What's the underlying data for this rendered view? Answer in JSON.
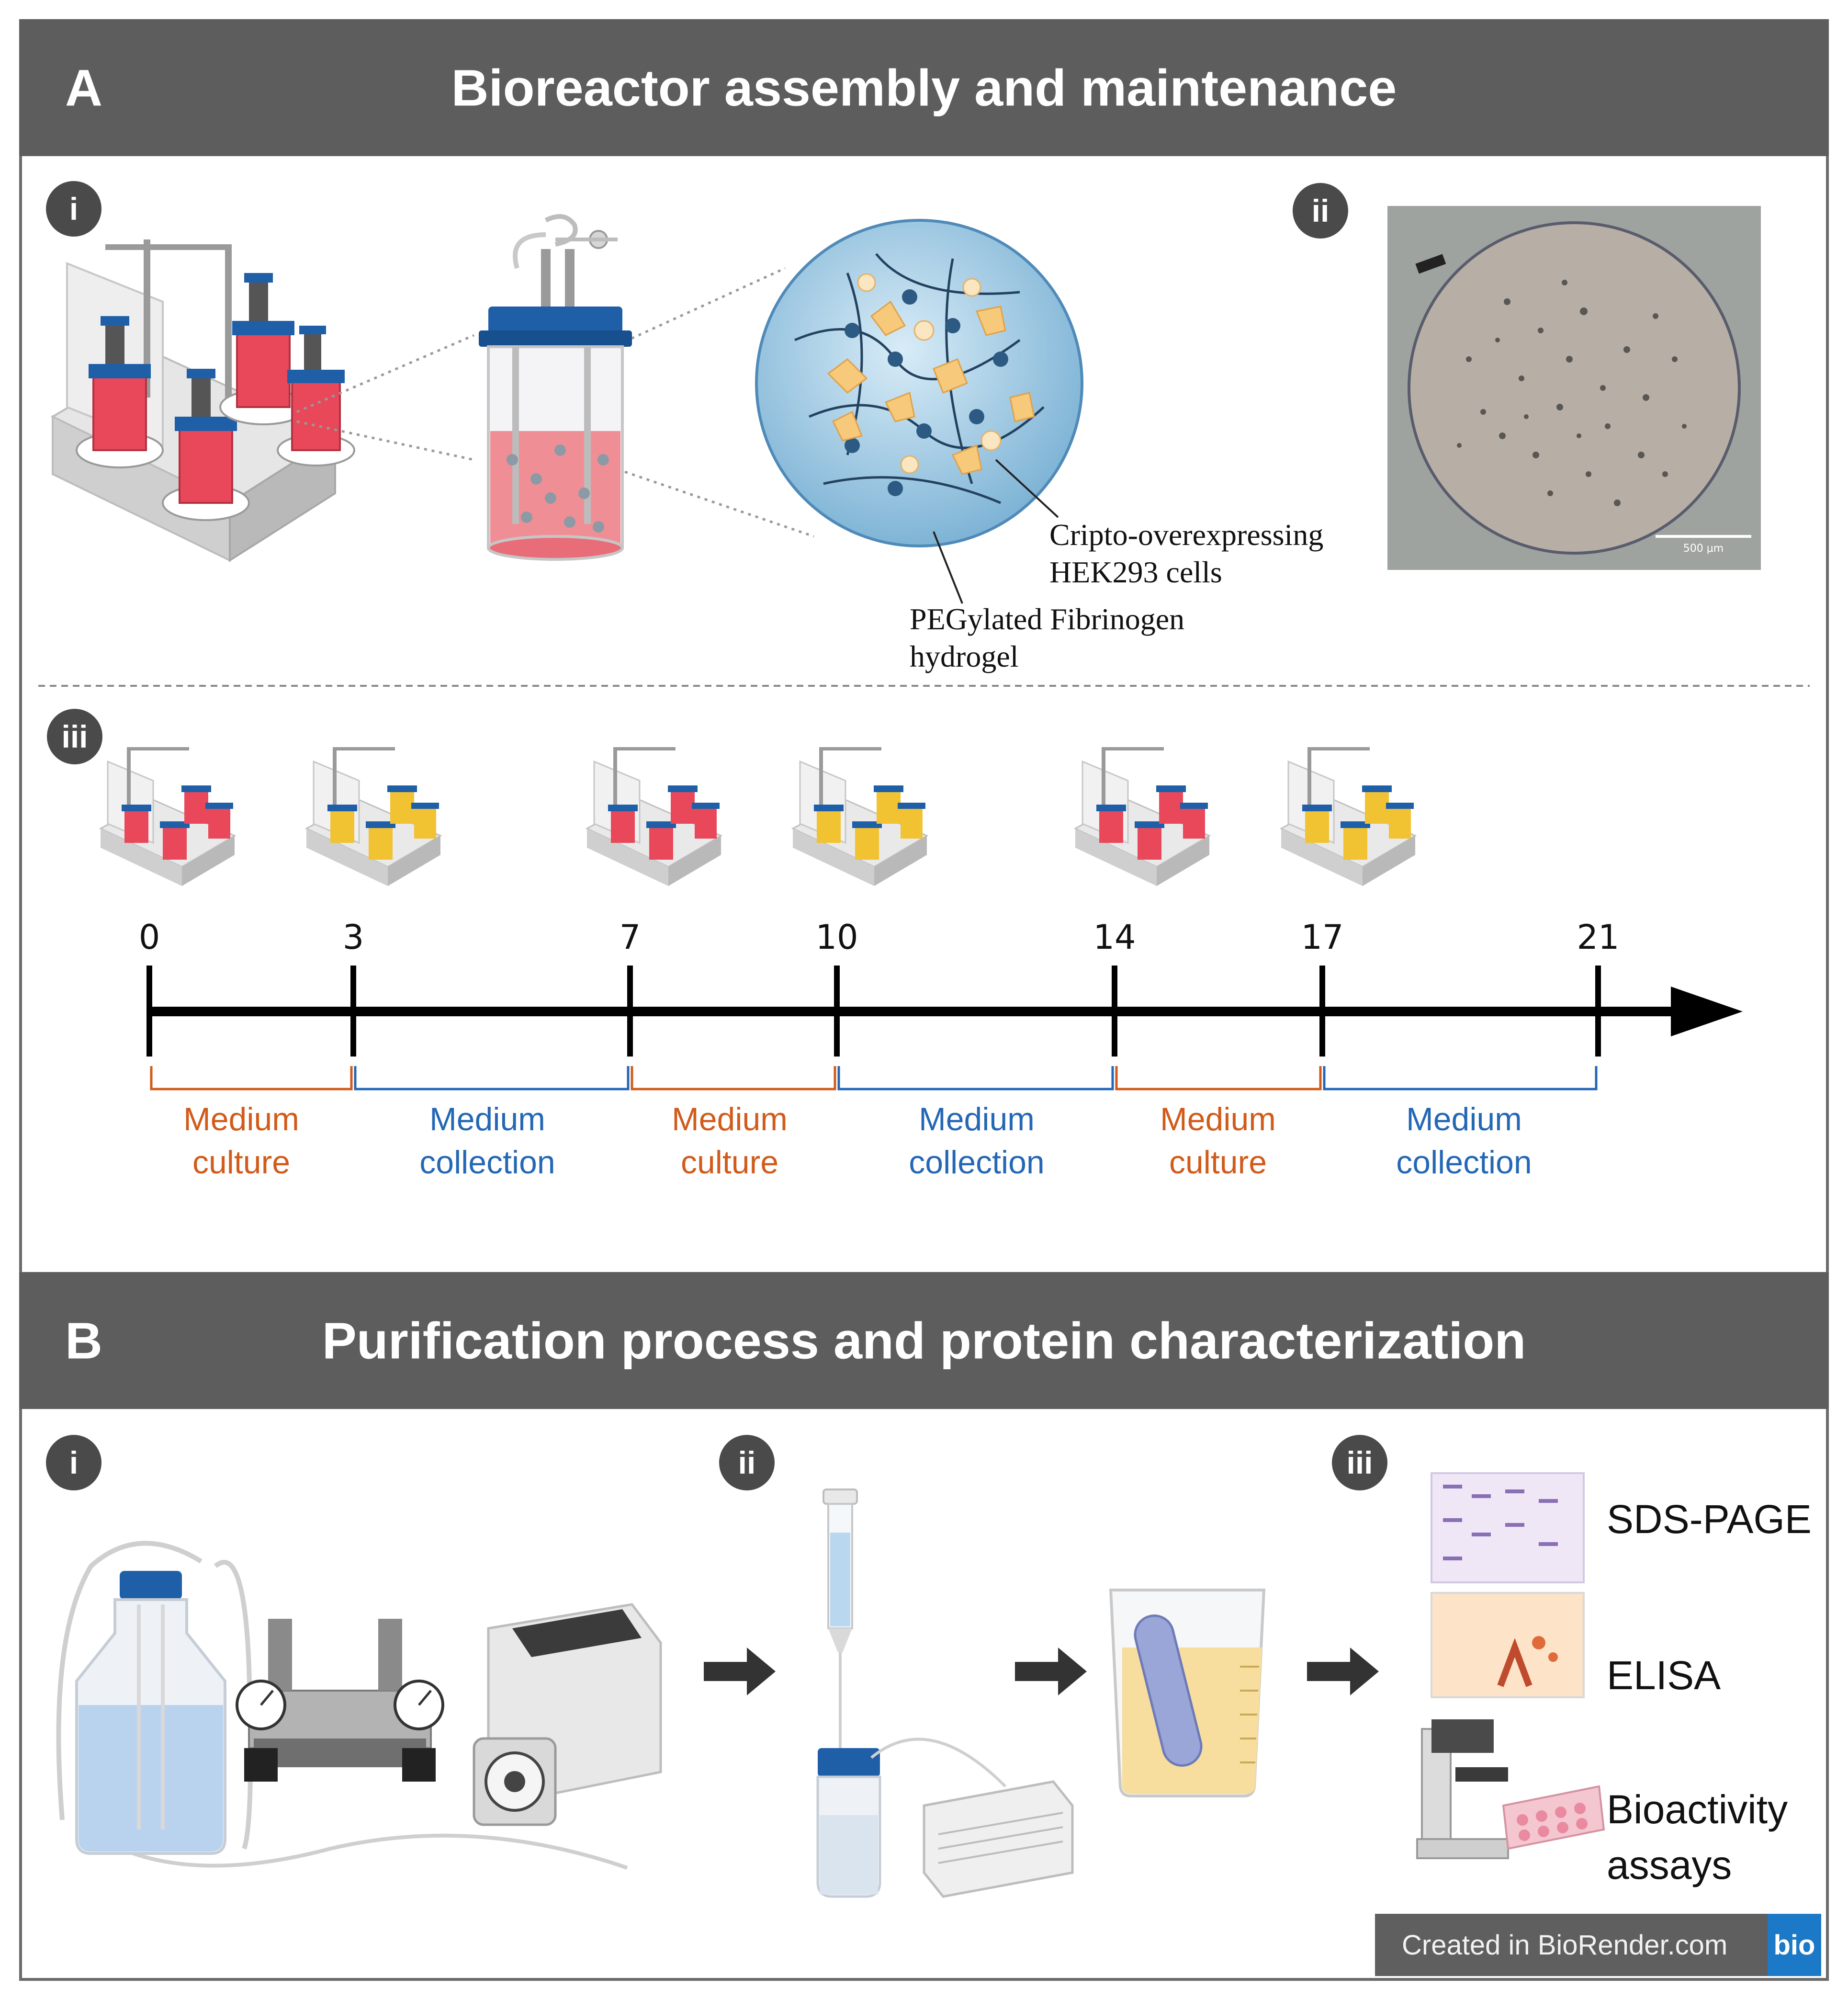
{
  "section_a": {
    "letter": "A",
    "title": "Bioreactor assembly and maintenance",
    "panel_i_badge": "i",
    "panel_ii_badge": "ii",
    "panel_iii_badge": "iii",
    "cells_label_line1": "Cripto-overexpressing",
    "cells_label_line2": "HEK293 cells",
    "hydrogel_label_line1": "PEGylated Fibrinogen",
    "hydrogel_label_line2": "hydrogel",
    "micrograph_scale_text": "500 μm",
    "timeline": {
      "ticks": [
        "0",
        "3",
        "7",
        "10",
        "14",
        "17",
        "21"
      ],
      "phases": [
        {
          "line1": "Medium",
          "line2": "culture",
          "kind": "culture"
        },
        {
          "line1": "Medium",
          "line2": "collection",
          "kind": "collection"
        },
        {
          "line1": "Medium",
          "line2": "culture",
          "kind": "culture"
        },
        {
          "line1": "Medium",
          "line2": "collection",
          "kind": "collection"
        },
        {
          "line1": "Medium",
          "line2": "culture",
          "kind": "culture"
        },
        {
          "line1": "Medium",
          "line2": "collection",
          "kind": "collection"
        }
      ]
    }
  },
  "section_b": {
    "letter": "B",
    "title": "Purification process and protein characterization",
    "panel_i_badge": "i",
    "panel_ii_badge": "ii",
    "panel_iii_badge": "iii",
    "assays": {
      "sds": "SDS-PAGE",
      "elisa": "ELISA",
      "bio_line1": "Bioactivity",
      "bio_line2": "assays"
    }
  },
  "credit": {
    "text": "Created in BioRender.com",
    "logo": "bio"
  },
  "colors": {
    "header_bg": "#5d5d5d",
    "culture": "#d15b1b",
    "collection": "#2467b5",
    "medium_red": "#e8485a",
    "medium_yellow": "#f1c232",
    "cap_blue": "#1f5fa8"
  }
}
